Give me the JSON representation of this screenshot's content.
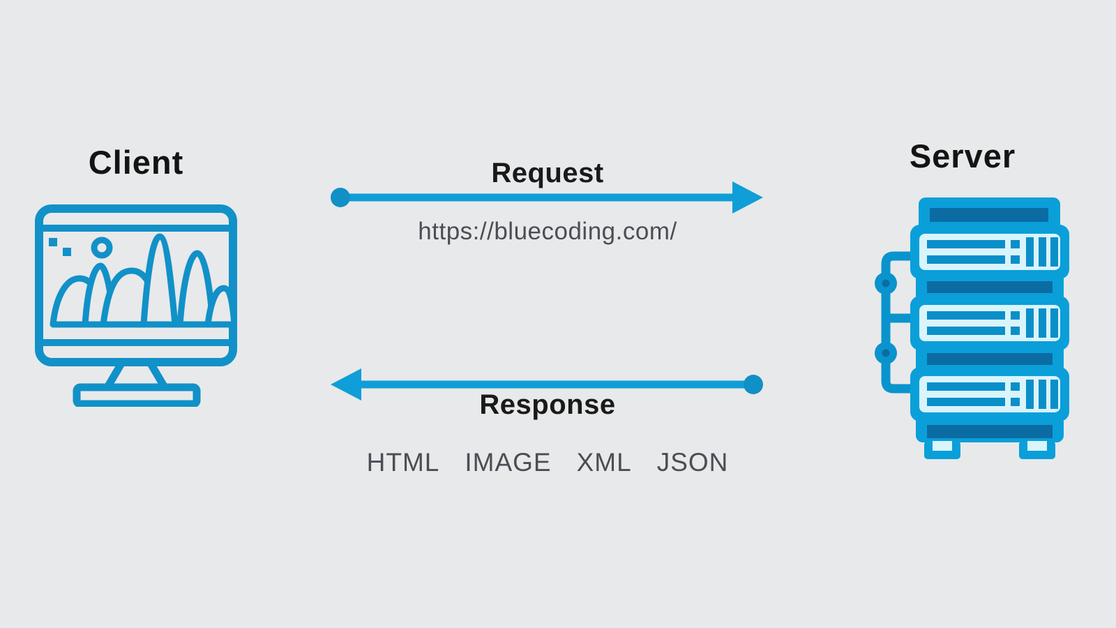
{
  "diagram": {
    "title": "Client Server Request Response Diagram",
    "client": {
      "label": "Client",
      "icon": "monitor-with-chart-icon"
    },
    "server": {
      "label": "Server",
      "icon": "server-rack-icon"
    },
    "request": {
      "label": "Request",
      "url": "https://bluecoding.com/",
      "direction": "client-to-server"
    },
    "response": {
      "label": "Response",
      "formats": [
        "HTML",
        "IMAGE",
        "XML",
        "JSON"
      ],
      "direction": "server-to-client"
    },
    "colors": {
      "background": "#e8e9ea",
      "arrow_blue": "#0f9ed7",
      "arrow_dot_blue": "#1090c6",
      "client_icon_blue": "#1191c8",
      "server_bright_blue": "#0a9fd9",
      "server_mid_blue": "#0a8fc9",
      "server_dark_blue": "#0b6ca3",
      "server_pale_cyan": "#d9f4fb",
      "heading_text": "#141414",
      "secondary_text": "#4a4e54"
    }
  }
}
